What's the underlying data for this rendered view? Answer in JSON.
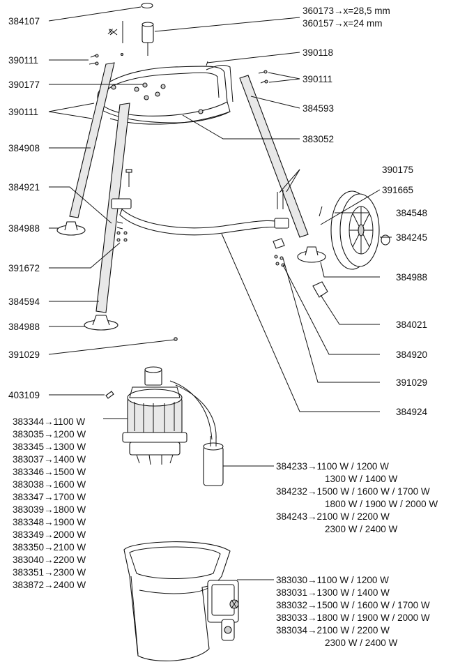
{
  "callouts": {
    "c384107": "384107",
    "c360173": "360173→x=28,5 mm",
    "c360157": "360157→x=24 mm",
    "c390111a": "390111",
    "c390118": "390118",
    "c390111b": "390111",
    "c390177": "390177",
    "c390111c": "390111",
    "c384593": "384593",
    "c384908": "384908",
    "c383052": "383052",
    "c390175": "390175",
    "c384921": "384921",
    "c391665": "391665",
    "c384548": "384548",
    "c384988a": "384988",
    "c384245": "384245",
    "c391672": "391672",
    "c384988b": "384988",
    "c384594": "384594",
    "c384021": "384021",
    "c384988c": "384988",
    "c384920": "384920",
    "c391029a": "391029",
    "c391029b": "391029",
    "c403109": "403109",
    "c384924": "384924"
  },
  "motor_variants": [
    "383344→1100 W",
    "383035→1200 W",
    "383345→1300 W",
    "383037→1400 W",
    "383346→1500 W",
    "383038→1600 W",
    "383347→1700 W",
    "383039→1800 W",
    "383348→1900 W",
    "383349→2000 W",
    "383350→2100 W",
    "383040→2200 W",
    "383351→2300 W",
    "383872→2400 W"
  ],
  "capacitor_variants": [
    "384233→1100 W / 1200 W",
    "1300 W / 1400 W",
    "384232→1500 W / 1600 W / 1700 W",
    "1800 W / 1900 W / 2000 W",
    "384243→2100 W / 2200 W",
    "2300 W / 2400 W"
  ],
  "drum_variants": [
    "383030→1100 W / 1200 W",
    "383031→1300 W / 1400 W",
    "383032→1500 W / 1600 W / 1700 W",
    "383033→1800 W / 1900 W / 2000 W",
    "383034→2100 W / 2200 W",
    "2300 W / 2400 W"
  ]
}
